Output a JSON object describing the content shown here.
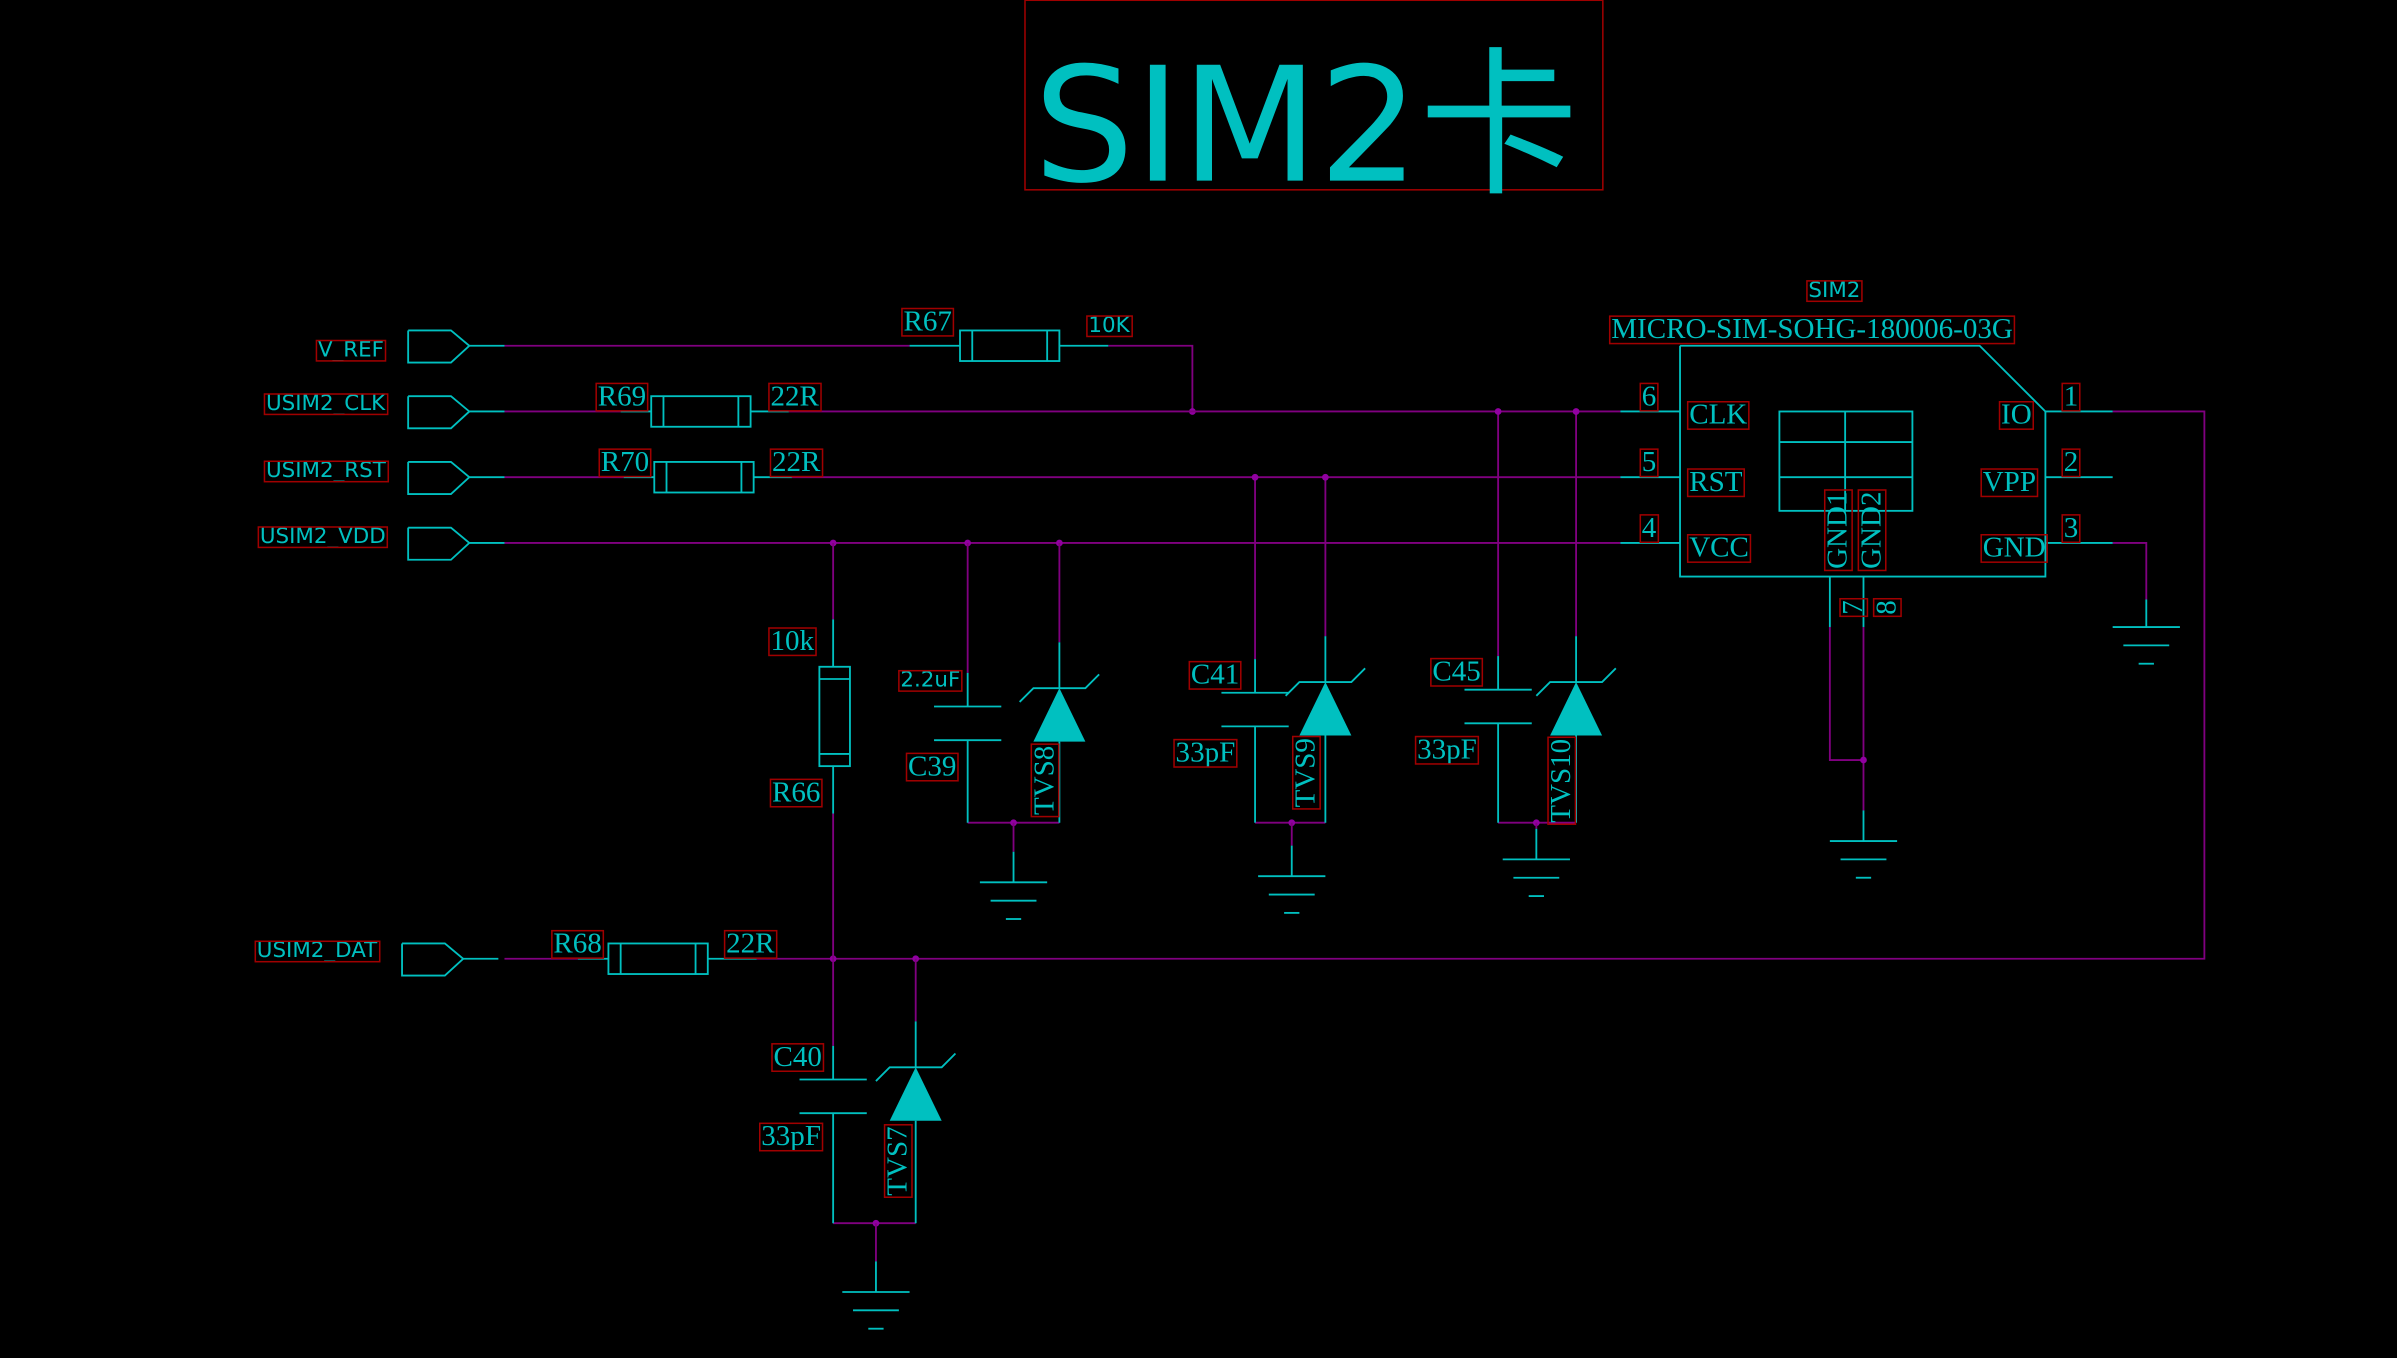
{
  "title": "SIM2卡",
  "colors": {
    "background": "#000000",
    "symbol": "#00c0c0",
    "wire": "#800080",
    "label_box": "#a00000"
  },
  "ports": {
    "v_ref": "V_REF",
    "clk": "USIM2_CLK",
    "rst": "USIM2_RST",
    "vdd": "USIM2_VDD",
    "dat": "USIM2_DAT"
  },
  "connector": {
    "ref": "SIM2",
    "part": "MICRO-SIM-SOHG-180006-03G",
    "pins": {
      "clk": "CLK",
      "rst": "RST",
      "vcc": "VCC",
      "io": "IO",
      "vpp": "VPP",
      "gnd": "GND",
      "gnd1": "GND1",
      "gnd2": "GND2"
    },
    "pin_numbers": {
      "p1": "1",
      "p2": "2",
      "p3": "3",
      "p4": "4",
      "p5": "5",
      "p6": "6",
      "p7": "7",
      "p8": "8"
    }
  },
  "components": {
    "r67": {
      "ref": "R67",
      "value": "10K"
    },
    "r69": {
      "ref": "R69",
      "value": "22R"
    },
    "r70": {
      "ref": "R70",
      "value": "22R"
    },
    "r68": {
      "ref": "R68",
      "value": "22R"
    },
    "r66": {
      "ref": "R66",
      "value": "10k"
    },
    "c39": {
      "ref": "C39",
      "value": "2.2uF"
    },
    "c41": {
      "ref": "C41",
      "value": "33pF"
    },
    "c45": {
      "ref": "C45",
      "value": "33pF"
    },
    "c40": {
      "ref": "C40",
      "value": "33pF"
    },
    "tvs8": {
      "ref": "TVS8"
    },
    "tvs9": {
      "ref": "TVS9"
    },
    "tvs10": {
      "ref": "TVS10"
    },
    "tvs7": {
      "ref": "TVS7"
    }
  }
}
